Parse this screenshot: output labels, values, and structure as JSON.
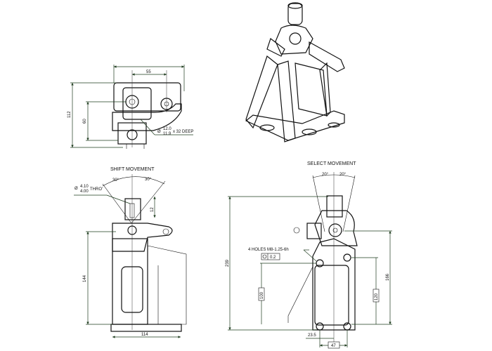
{
  "top_view": {
    "dim_width_inner": "55",
    "dim_height": "112",
    "dim_center": "60",
    "bore_symbol": "Ø",
    "bore_upper": "12.0",
    "bore_lower": "11.9",
    "bore_depth": "x 32 DEEP"
  },
  "shift_view": {
    "title": "SHIFT MOVEMENT",
    "angle_left": "30°",
    "angle_right": "30°",
    "hole_symbol": "Ø",
    "hole_upper": "4.10",
    "hole_lower": "4.00",
    "hole_note": "THRO'",
    "dim_offset": "12",
    "dim_height": "144",
    "dim_width": "114"
  },
  "select_view": {
    "title": "SELECT MOVEMENT",
    "angle_left": "20°",
    "angle_right": "20°",
    "dim_total_height": "239",
    "holes_note": "4 HOLES M8-1.25-6h",
    "position_tolerance": "0.2",
    "dim_left_holes": "100",
    "dim_right_holes": "120",
    "dim_pivot_height": "166",
    "dim_offset": "23.5",
    "dim_hole_spacing": "47"
  }
}
